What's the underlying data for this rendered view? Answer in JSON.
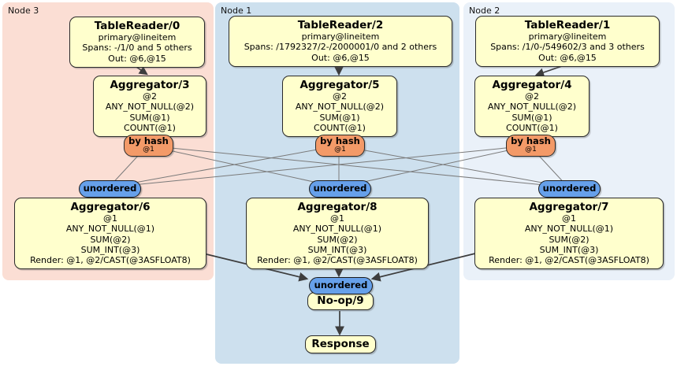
{
  "nodes": [
    {
      "label": "Node 3"
    },
    {
      "label": "Node 1"
    },
    {
      "label": "Node 2"
    }
  ],
  "router": {
    "label": "by hash",
    "key": "@1"
  },
  "stream": {
    "unordered": "unordered"
  },
  "boxes": {
    "tr0": {
      "title": "TableReader/0",
      "lines": [
        "primary@lineitem",
        "Spans: -/1/0 and 5 others",
        "Out: @6,@15"
      ]
    },
    "tr2": {
      "title": "TableReader/2",
      "lines": [
        "primary@lineitem",
        "Spans: /1792327/2-/2000001/0 and 2 others",
        "Out: @6,@15"
      ]
    },
    "tr1": {
      "title": "TableReader/1",
      "lines": [
        "primary@lineitem",
        "Spans: /1/0-/549602/3 and 3 others",
        "Out: @6,@15"
      ]
    },
    "agg3": {
      "title": "Aggregator/3",
      "lines": [
        "@2",
        "ANY_NOT_NULL(@2)",
        "SUM(@1)",
        "COUNT(@1)"
      ]
    },
    "agg5": {
      "title": "Aggregator/5",
      "lines": [
        "@2",
        "ANY_NOT_NULL(@2)",
        "SUM(@1)",
        "COUNT(@1)"
      ]
    },
    "agg4": {
      "title": "Aggregator/4",
      "lines": [
        "@2",
        "ANY_NOT_NULL(@2)",
        "SUM(@1)",
        "COUNT(@1)"
      ]
    },
    "agg6": {
      "title": "Aggregator/6",
      "lines": [
        "@1",
        "ANY_NOT_NULL(@1)",
        "SUM(@2)",
        "SUM_INT(@3)",
        "Render: @1, @2/CAST(@3ASFLOAT8)"
      ]
    },
    "agg8": {
      "title": "Aggregator/8",
      "lines": [
        "@1",
        "ANY_NOT_NULL(@1)",
        "SUM(@2)",
        "SUM_INT(@3)",
        "Render: @1, @2/CAST(@3ASFLOAT8)"
      ]
    },
    "agg7": {
      "title": "Aggregator/7",
      "lines": [
        "@1",
        "ANY_NOT_NULL(@1)",
        "SUM(@2)",
        "SUM_INT(@3)",
        "Render: @1, @2/CAST(@3ASFLOAT8)"
      ]
    },
    "noop": {
      "title": "No-op/9"
    },
    "response": {
      "title": "Response"
    }
  },
  "colors": {
    "node3_bg": "#fbded4",
    "node1_bg": "#cde0ee",
    "node2_bg": "#eaf1f9",
    "box_bg": "#ffffcd",
    "router_bg": "#f39a68",
    "stream_bg": "#66a0ea",
    "thin_edge": "#7a7a7a",
    "arrow_edge": "#3d3d3d"
  }
}
